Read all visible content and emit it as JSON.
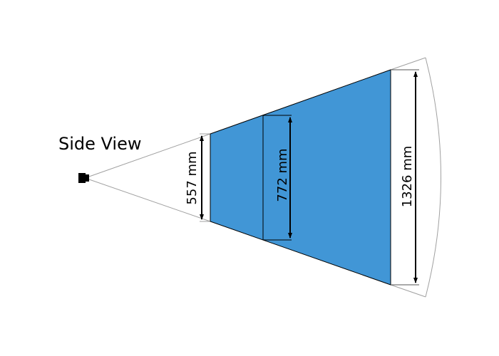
{
  "title": "Side View",
  "dimensions": {
    "near": "557 mm",
    "middle": "772 mm",
    "far": "1326 mm"
  },
  "colors": {
    "field": "#4196d6",
    "guide": "#a0a0a0",
    "line": "#000000"
  }
}
